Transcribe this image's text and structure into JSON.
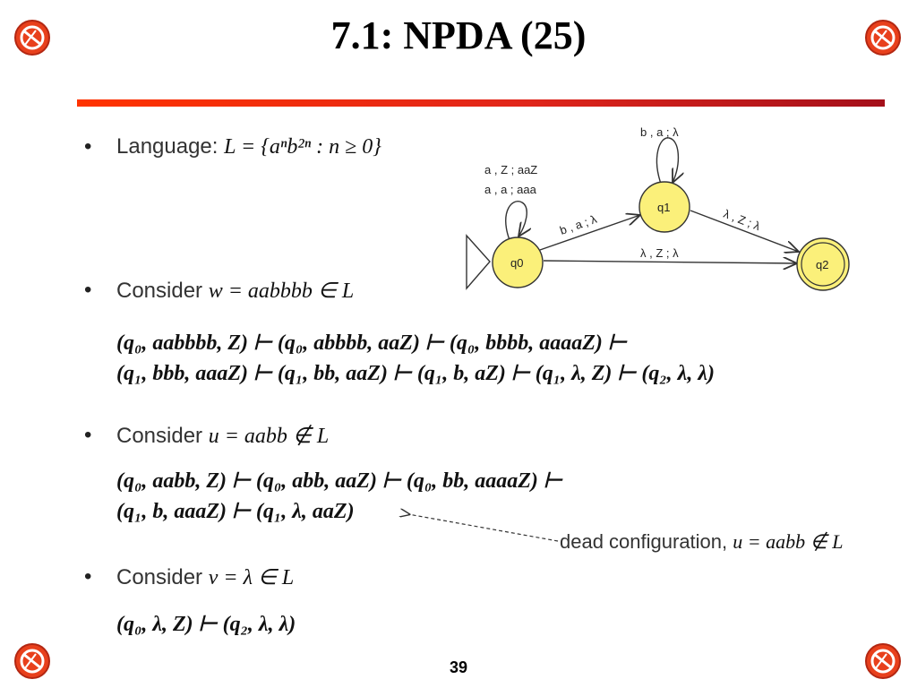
{
  "title": "7.1:  NPDA (25)",
  "page_number": "39",
  "bullet_glyph": "•",
  "items": [
    {
      "label": "Language: ",
      "math": "L = {aⁿb²ⁿ : n ≥ 0}"
    },
    {
      "label": "Consider ",
      "math": "w = aabbbb ∈ L"
    },
    {
      "label": "Consider ",
      "math": "u = aabb ∉ L"
    },
    {
      "label": "Consider ",
      "math": "v = λ ∈ L"
    }
  ],
  "derivations": {
    "w_line1": "(q₀, aabbbb, Z) ⊢ (q₀, abbbb, aaZ) ⊢ (q₀, bbbb, aaaaZ) ⊢",
    "w_line2": "(q₁, bbb, aaaZ) ⊢ (q₁, bb, aaZ) ⊢ (q₁, b, aZ) ⊢ (q₁, λ, Z) ⊢ (q₂, λ, λ)",
    "u_line1": "(q₀, aabb, Z) ⊢ (q₀, abb, aaZ) ⊢ (q₀, bb, aaaaZ) ⊢",
    "u_line2": "(q₁, b, aaaZ) ⊢ (q₁, λ, aaZ)",
    "v_line1": "(q₀, λ, Z) ⊢ (q₂, λ, λ)"
  },
  "annotation": {
    "text": "dead configuration, ",
    "math": "u = aabb ∉ L"
  },
  "diagram": {
    "states": [
      "q0",
      "q1",
      "q2"
    ],
    "start_state": "q0",
    "final_state": "q2",
    "labels": {
      "q0_loop_1": "a , Z ; aaZ",
      "q0_loop_2": "a , a ; aaa",
      "q1_loop": "b , a ; λ",
      "q0_q1": "b , a ; λ",
      "q1_q2": "λ , Z ; λ",
      "q0_q2": "λ , Z ; λ"
    },
    "state_fill": "#fbf07a",
    "state_stroke": "#333333"
  },
  "colors": {
    "rule_start": "#ff3300",
    "rule_end": "#a40f1a",
    "icon_red": "#e8401c"
  }
}
